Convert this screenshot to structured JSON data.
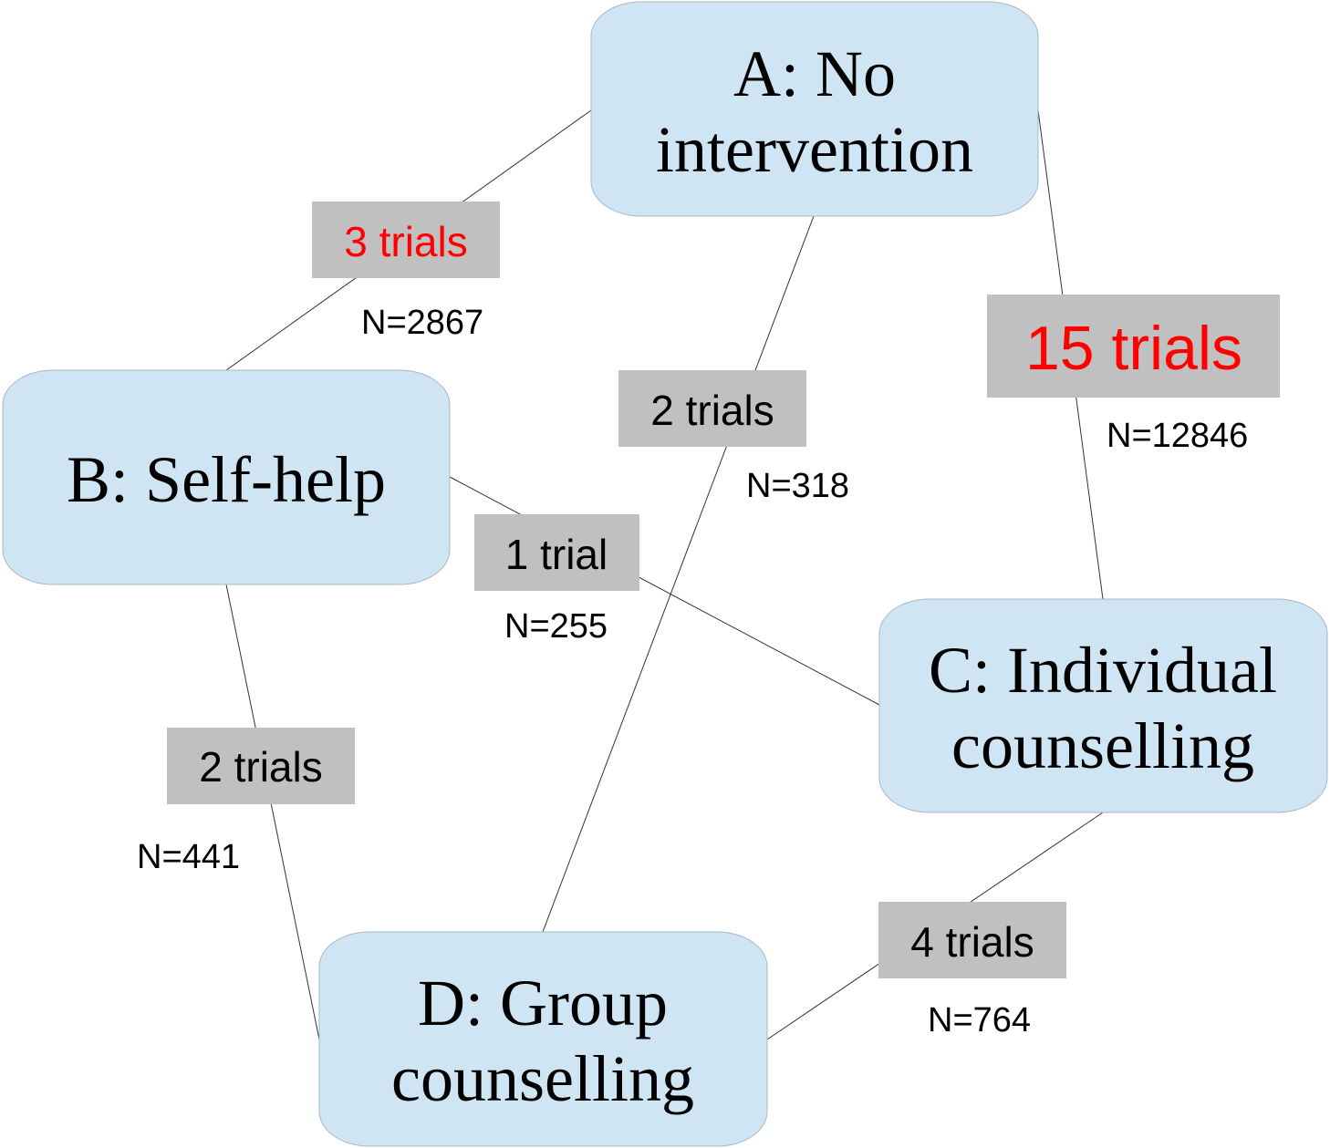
{
  "nodes": {
    "A": {
      "line1": "A: No",
      "line2": "intervention"
    },
    "B": {
      "line1": "B: Self-help"
    },
    "C": {
      "line1": "C: Individual",
      "line2": "counselling"
    },
    "D": {
      "line1": "D: Group",
      "line2": "counselling"
    }
  },
  "edges": {
    "AB": {
      "trials": "3 trials",
      "n": "N=2867",
      "trials_color": "#ff0000"
    },
    "AC": {
      "trials": "15 trials",
      "n": "N=12846",
      "trials_color": "#ff0000"
    },
    "AD": {
      "trials": "2 trials",
      "n": "N=318",
      "trials_color": "#000000"
    },
    "BC": {
      "trials": "1 trial",
      "n": "N=255",
      "trials_color": "#000000"
    },
    "BD": {
      "trials": "2 trials",
      "n": "N=441",
      "trials_color": "#000000"
    },
    "CD": {
      "trials": "4 trials",
      "n": "N=764",
      "trials_color": "#000000"
    }
  },
  "colors": {
    "node_fill": "#cfe5f3",
    "label_fill": "#c0c0c0",
    "highlight": "#ff0000"
  }
}
